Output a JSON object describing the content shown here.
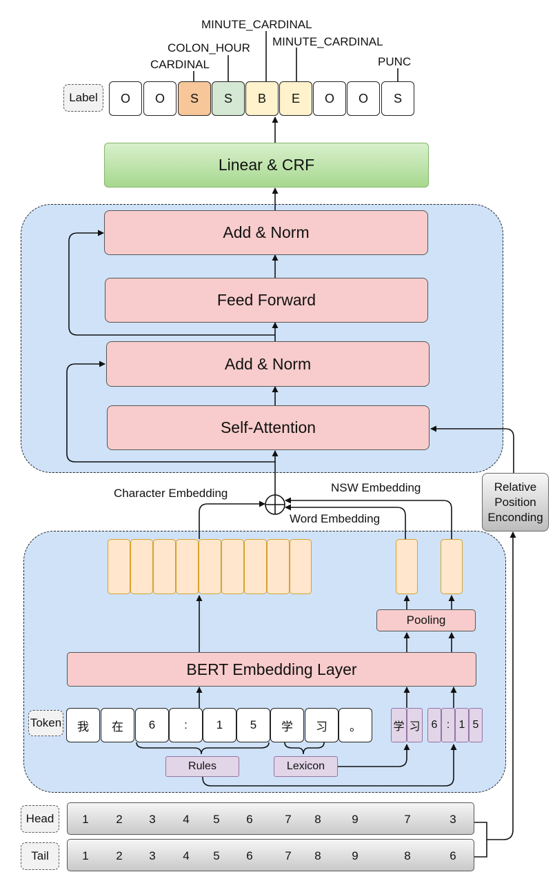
{
  "label_row": {
    "tag": "Label",
    "cells": [
      "O",
      "O",
      "S",
      "S",
      "B",
      "E",
      "O",
      "O",
      "S"
    ],
    "annotations": {
      "cardinal": "CARDINAL",
      "colon_hour": "COLON_HOUR",
      "minute_cardinal_1": "MINUTE_CARDINAL",
      "minute_cardinal_2": "MINUTE_CARDINAL",
      "punc": "PUNC"
    }
  },
  "linear_crf": "Linear & CRF",
  "transformer": {
    "add_norm_top": "Add & Norm",
    "feed_forward": "Feed Forward",
    "add_norm_bottom": "Add & Norm",
    "self_attention": "Self-Attention"
  },
  "embedding_labels": {
    "character": "Character Embedding",
    "nsw": "NSW Embedding",
    "word": "Word Embedding"
  },
  "relative_position": [
    "Relative",
    "Position",
    "Enconding"
  ],
  "pooling": "Pooling",
  "bert_layer": "BERT Embedding Layer",
  "token_row": {
    "tag": "Token",
    "tokens": [
      "我",
      "在",
      "6",
      ":",
      "1",
      "5",
      "学",
      "习",
      "。"
    ],
    "word_tokens": [
      "学",
      "习"
    ],
    "nsw_tokens": [
      "6",
      ":",
      "1",
      "5"
    ]
  },
  "rules": "Rules",
  "lexicon": "Lexicon",
  "head": {
    "tag": "Head",
    "values": [
      "1",
      "2",
      "3",
      "4",
      "5",
      "6",
      "7",
      "8",
      "9",
      "7",
      "3"
    ]
  },
  "tail": {
    "tag": "Tail",
    "values": [
      "1",
      "2",
      "3",
      "4",
      "5",
      "6",
      "7",
      "8",
      "9",
      "8",
      "6"
    ]
  },
  "colors": {
    "panel": "#cfe2f8",
    "block": "#f8cccc",
    "crf": "#a7d88f",
    "embedding": "#ffe6cc",
    "purple": "#e1d5e7"
  }
}
